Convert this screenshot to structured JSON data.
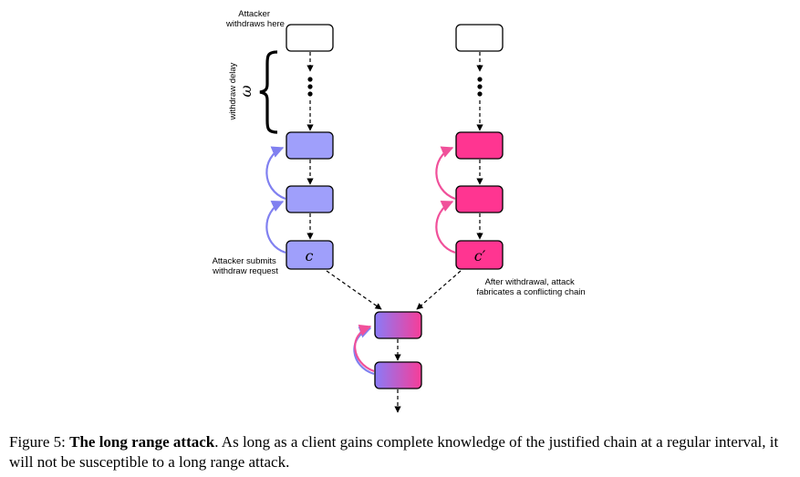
{
  "labels": {
    "withdraws_here": [
      "Attacker",
      "withdraws here"
    ],
    "withdraw_delay": "withdraw delay",
    "omega": "ω",
    "submits": [
      "Attacker submits",
      "withdraw request"
    ],
    "fabricates": [
      "After withdrawal, attack",
      "fabricates a conflicting chain"
    ],
    "c": "c",
    "c_prime": "c′"
  },
  "caption": {
    "prefix": "Figure 5: ",
    "title": "The long range attack",
    "body": ". As long as a client gains complete knowledge of the justified chain at a regular interval, it will not be susceptible to a long range attack."
  },
  "colors": {
    "honest_block": "#9f9ffb",
    "honest_arrow": "#8080f0",
    "attacker_block": "#ff3591",
    "attacker_arrow": "#f0509a",
    "gradient_start": "#8a7bf7",
    "gradient_end": "#f73d98"
  }
}
